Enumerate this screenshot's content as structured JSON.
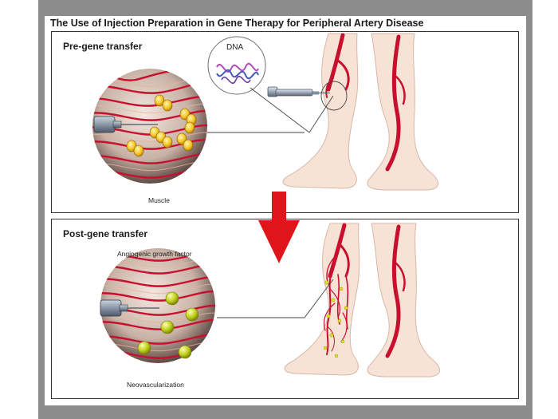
{
  "figure": {
    "title": "The Use of Injection Preparation in Gene Therapy for Peripheral Artery Disease"
  },
  "panels": [
    {
      "title": "Pre-gene transfer",
      "tissue_label": "Muscle",
      "vector_label": "DNA"
    },
    {
      "title": "Post-gene transfer",
      "factor_label": "Angiogenic growth factor",
      "outcome_label": "Neovascularization"
    }
  ],
  "colors": {
    "frame": "#8c8c8c",
    "vessel": "#c8102e",
    "skin": "#f7e2d6",
    "arrow": "#e0141b",
    "plasmid": "#ffd43b",
    "growth_factor": "#b6c414"
  }
}
